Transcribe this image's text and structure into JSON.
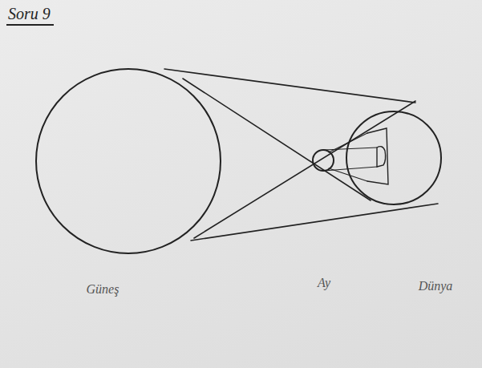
{
  "diagram": {
    "title": "Soru 9",
    "labels": [
      "Güneş",
      "Ay",
      "Dünya"
    ]
  }
}
